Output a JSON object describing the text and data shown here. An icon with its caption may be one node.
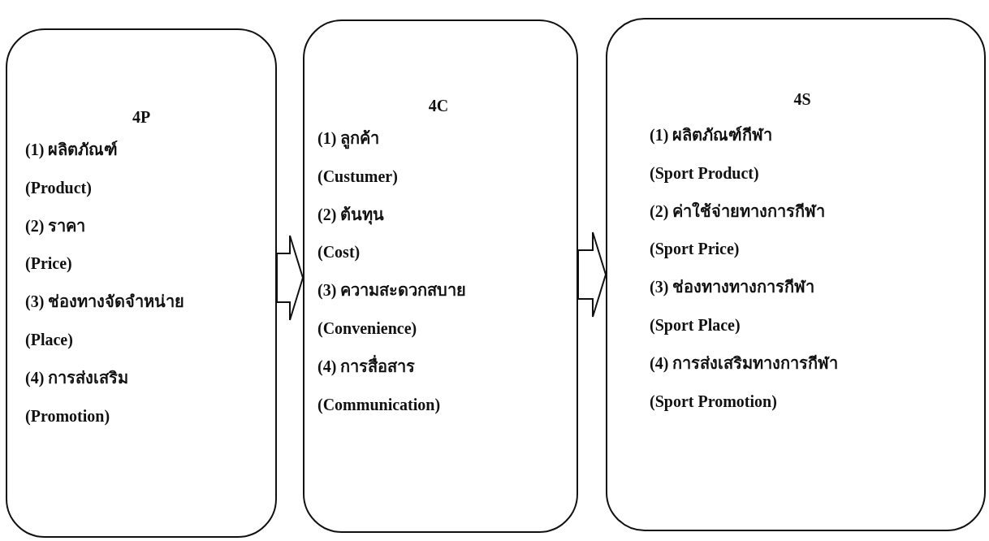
{
  "diagram": {
    "nodes": [
      {
        "text": [
          "4P",
          "(1) ผลิตภัณฑ์",
          "(Product)",
          "(2) ราคา",
          "(Price)",
          "(3) ช่องทางจัดจำหน่าย",
          "(Place)",
          "(4) การส่งเสริม",
          "(Promotion)"
        ]
      },
      {
        "text": [
          "4C",
          "(1) ลูกค้า",
          "(Custumer)",
          "(2) ต้นทุน",
          "(Cost)",
          "(3) ความสะดวกสบาย",
          "(Convenience)",
          "(4) การสื่อสาร",
          "(Communication)"
        ]
      },
      {
        "text": [
          "4S",
          "(1) ผลิตภัณฑ์กีฬา",
          "(Sport Product)",
          "(2) ค่าใช้จ่ายทางการกีฬา",
          "(Sport Price)",
          "(3) ช่องทางทางการกีฬา",
          "(Sport Place)",
          "(4) การส่งเสริมทางการกีฬา",
          "(Sport Promotion)"
        ]
      }
    ],
    "edges": [
      {
        "from": 0,
        "to": 1,
        "arrow": "to"
      },
      {
        "from": 1,
        "to": 2,
        "arrow": "to"
      }
    ]
  }
}
